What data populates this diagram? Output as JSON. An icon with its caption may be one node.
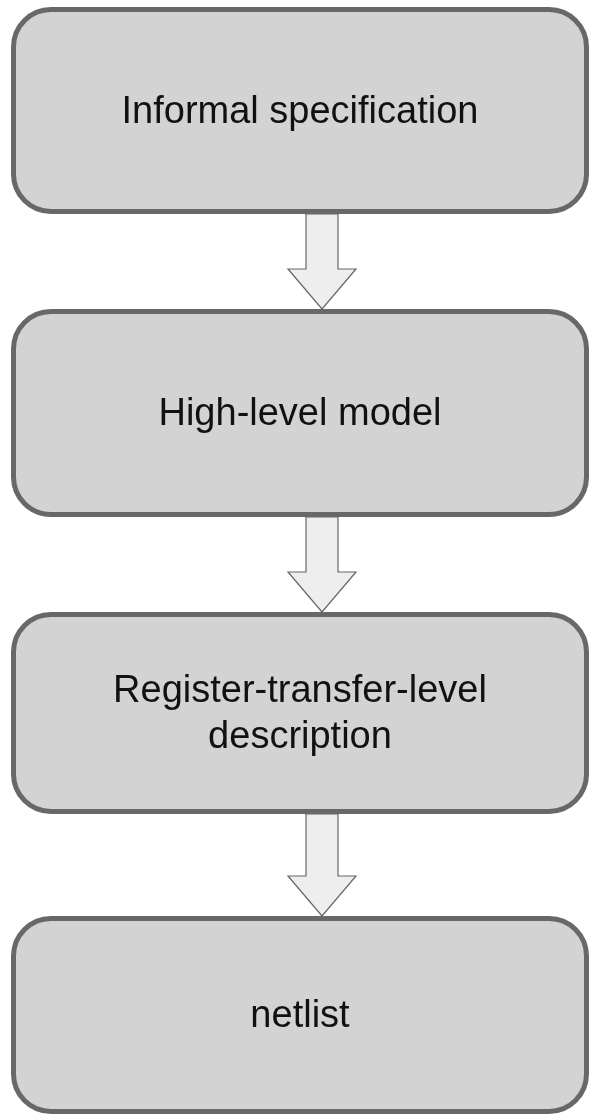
{
  "diagram": {
    "nodes": [
      {
        "text": [
          "Informal specification"
        ]
      },
      {
        "text": [
          "High-level model"
        ]
      },
      {
        "text": [
          "Register-transfer-level description"
        ]
      },
      {
        "text": [
          "netlist"
        ]
      }
    ],
    "edges": [
      {
        "from": 0,
        "to": 1,
        "arrow": "to"
      },
      {
        "from": 1,
        "to": 2,
        "arrow": "to"
      },
      {
        "from": 2,
        "to": 3,
        "arrow": "to"
      }
    ]
  }
}
